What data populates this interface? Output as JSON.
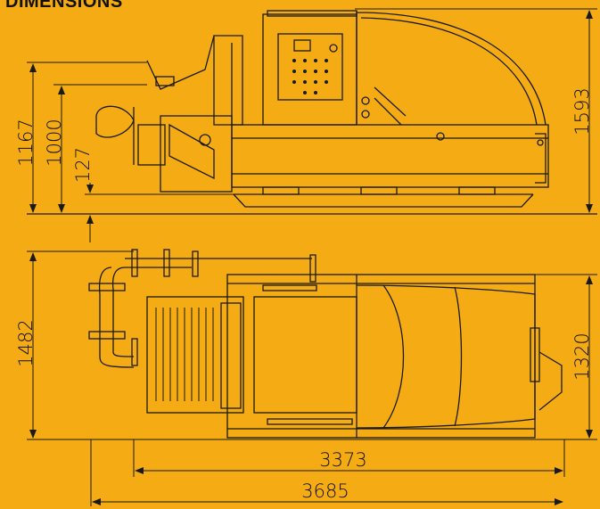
{
  "title": "DIMENSIONS",
  "colors": {
    "background": "#F5AB14",
    "line": "#1A1A1A"
  },
  "side_view": {
    "dimensions": {
      "overall_height": "1593",
      "height_a": "1167",
      "height_b": "1000",
      "ground_clearance": "127"
    }
  },
  "top_view": {
    "dimensions": {
      "overall_width": "1482",
      "body_width": "1320",
      "body_length": "3373",
      "overall_length": "3685"
    }
  }
}
